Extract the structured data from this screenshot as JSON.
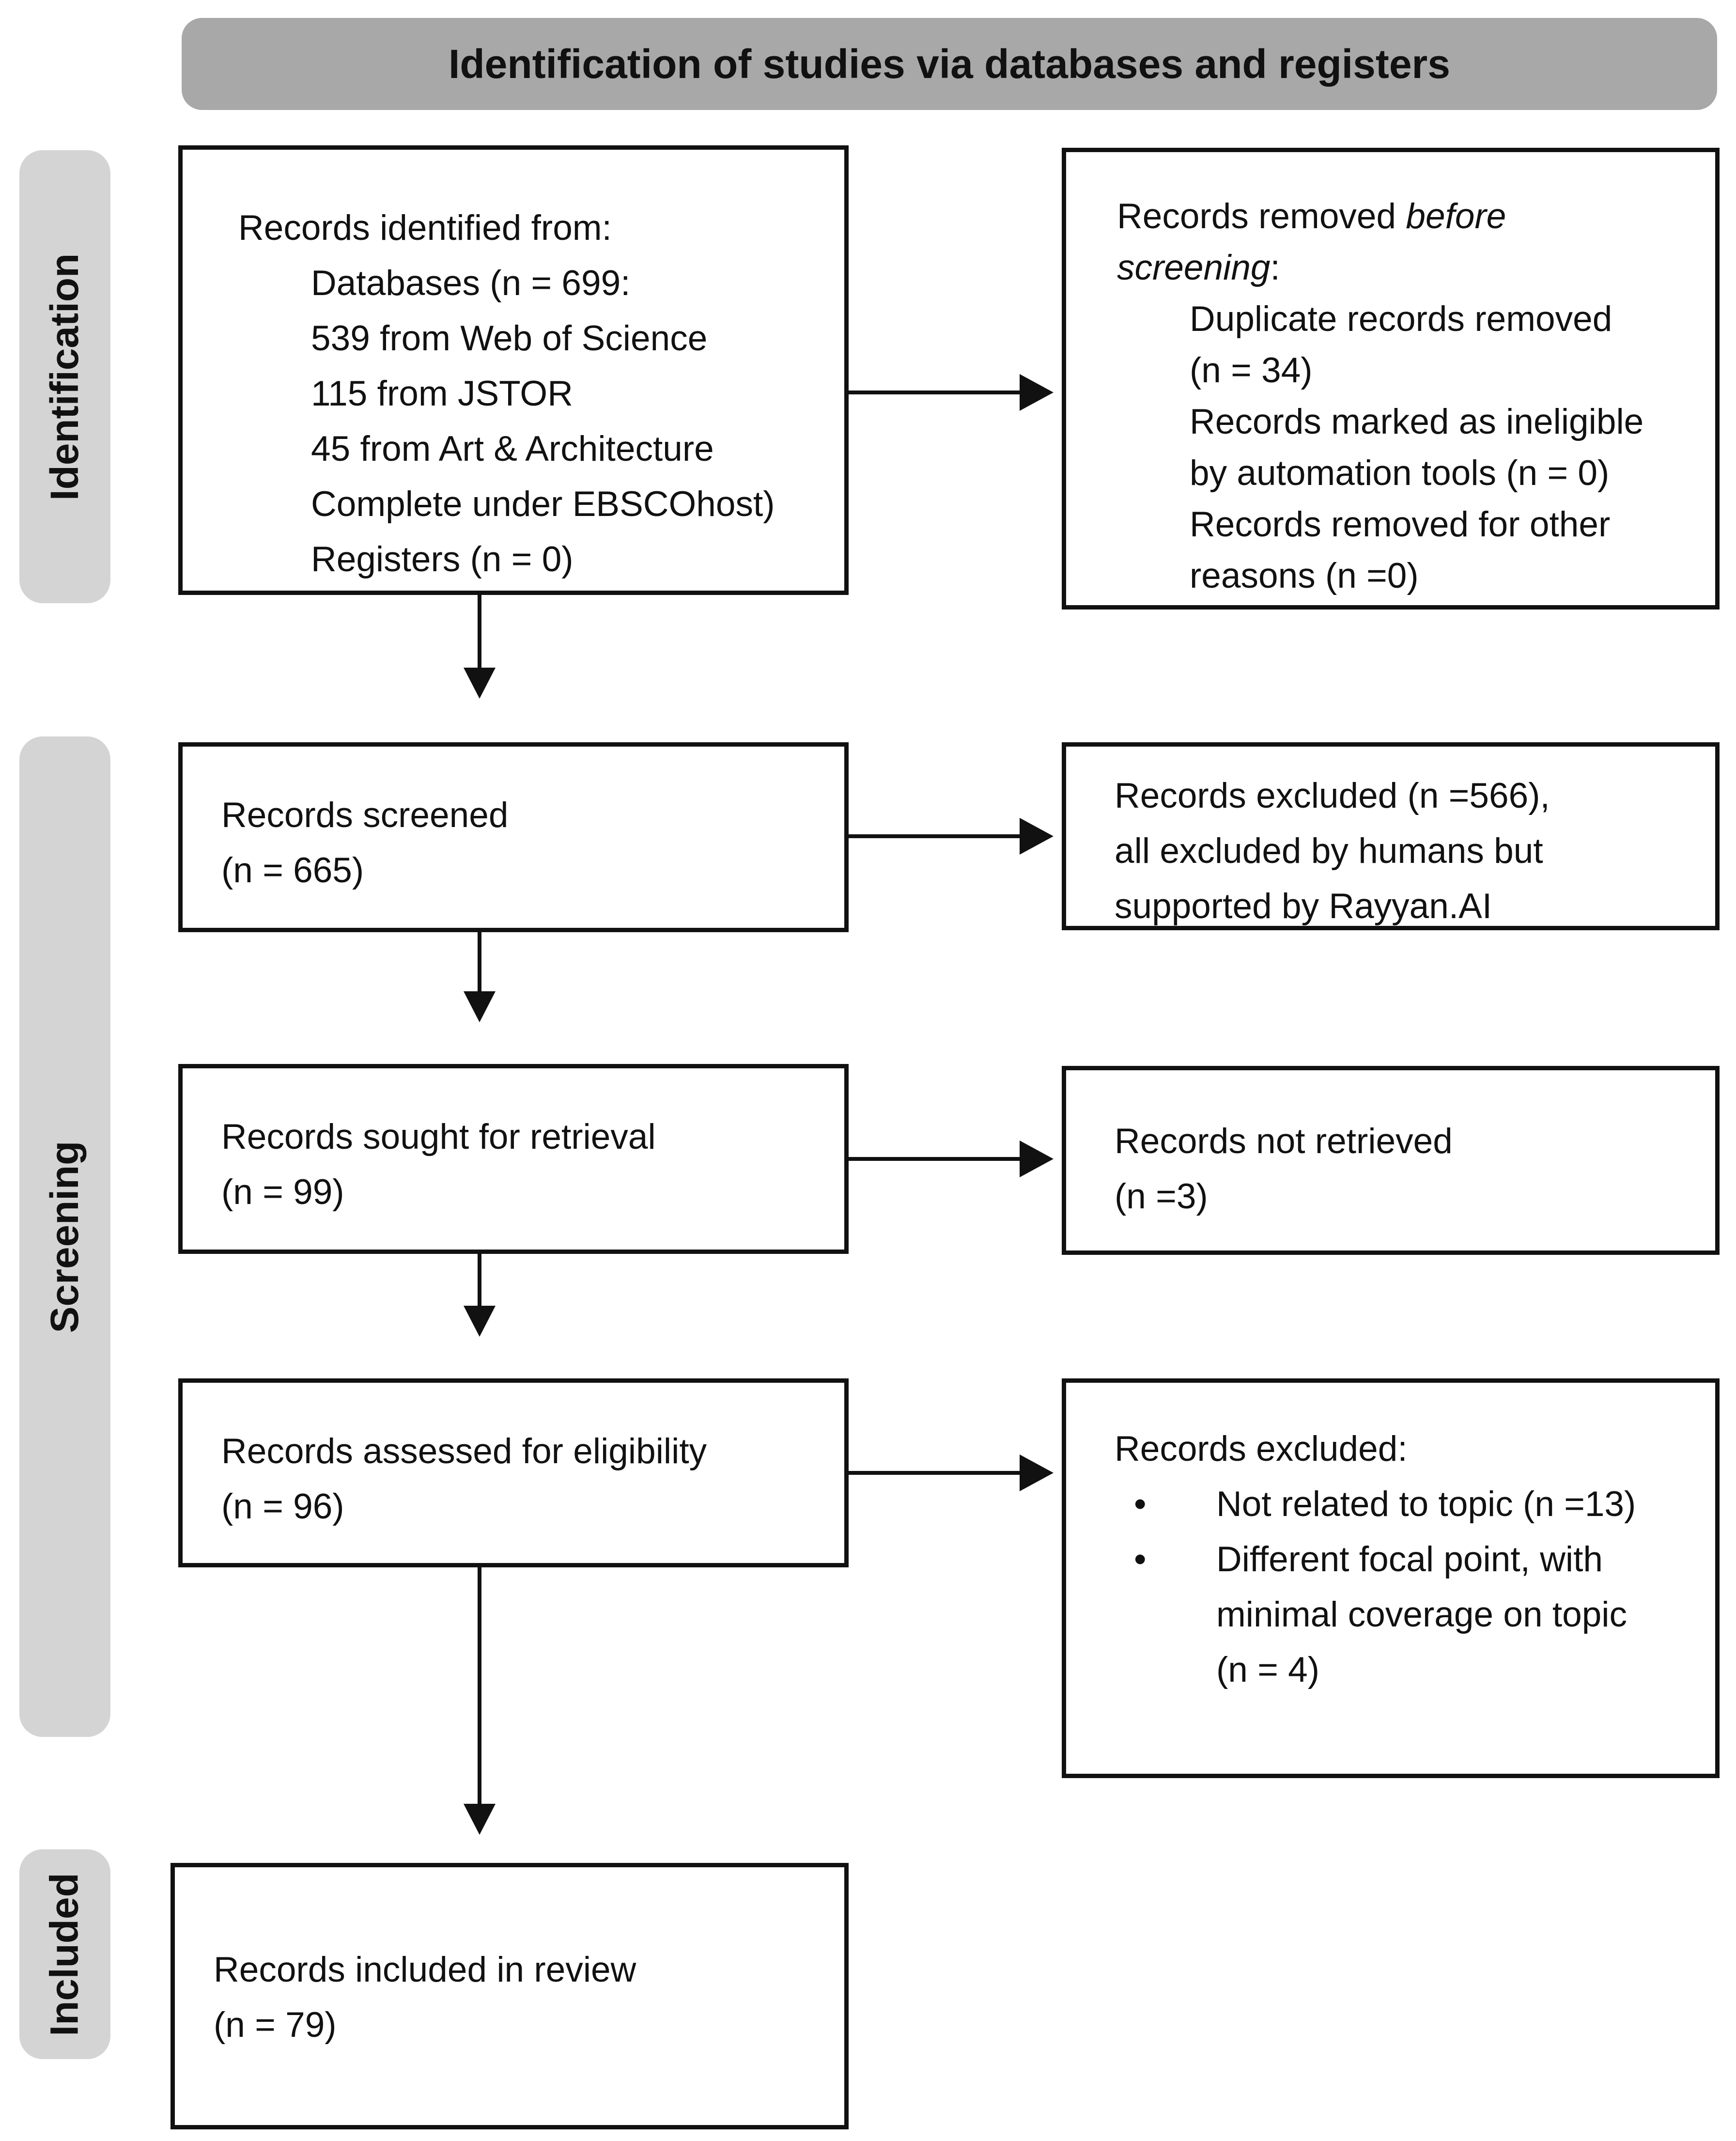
{
  "title": "Identification of studies via databases and registers",
  "sidebar": {
    "identification": "Identification",
    "screening": "Screening",
    "included": "Included"
  },
  "colors": {
    "header_bg": "#a8a8a8",
    "stage_bg": "#d4d4d4",
    "ink": "#111111"
  },
  "boxes": {
    "identified": {
      "lines": [
        {
          "segs": [
            {
              "t": "Records identified from:"
            }
          ]
        },
        {
          "segs": [
            {
              "t": "Databases (n = 699:"
            }
          ],
          "indent": 1
        },
        {
          "segs": [
            {
              "t": "539 from Web of Science"
            }
          ],
          "indent": 1
        },
        {
          "segs": [
            {
              "t": "115 from JSTOR"
            }
          ],
          "indent": 1
        },
        {
          "segs": [
            {
              "t": "45 from Art & Architecture"
            }
          ],
          "indent": 1
        },
        {
          "segs": [
            {
              "t": "Complete under EBSCOhost)"
            }
          ],
          "indent": 1
        },
        {
          "segs": [
            {
              "t": "Registers (n = 0)"
            }
          ],
          "indent": 1
        }
      ]
    },
    "removed_before_screening": {
      "lines": [
        {
          "segs": [
            {
              "t": "Records removed "
            },
            {
              "t": "before",
              "i": true
            }
          ]
        },
        {
          "segs": [
            {
              "t": "screening",
              "i": true
            },
            {
              "t": ":"
            }
          ]
        },
        {
          "segs": [
            {
              "t": "Duplicate records removed"
            }
          ],
          "indent": 1
        },
        {
          "segs": [
            {
              "t": "(n = 34)"
            }
          ],
          "indent": 1
        },
        {
          "segs": [
            {
              "t": "Records marked as ineligible"
            }
          ],
          "indent": 1
        },
        {
          "segs": [
            {
              "t": "by automation tools (n = 0)"
            }
          ],
          "indent": 1
        },
        {
          "segs": [
            {
              "t": "Records removed for other"
            }
          ],
          "indent": 1
        },
        {
          "segs": [
            {
              "t": "reasons (n =0)"
            }
          ],
          "indent": 1
        }
      ]
    },
    "screened": {
      "lines": [
        {
          "segs": [
            {
              "t": "Records screened"
            }
          ]
        },
        {
          "segs": [
            {
              "t": "(n = 665)"
            }
          ]
        }
      ]
    },
    "excluded_screening": {
      "lines": [
        {
          "segs": [
            {
              "t": "Records excluded (n =566),"
            }
          ]
        },
        {
          "segs": [
            {
              "t": "all excluded by humans but"
            }
          ]
        },
        {
          "segs": [
            {
              "t": "supported by Rayyan.AI"
            }
          ]
        }
      ]
    },
    "sought": {
      "lines": [
        {
          "segs": [
            {
              "t": "Records sought for retrieval"
            }
          ]
        },
        {
          "segs": [
            {
              "t": "(n = 99)"
            }
          ]
        }
      ]
    },
    "not_retrieved": {
      "lines": [
        {
          "segs": [
            {
              "t": "Records not retrieved"
            }
          ]
        },
        {
          "segs": [
            {
              "t": "(n =3)"
            }
          ]
        }
      ]
    },
    "assessed": {
      "lines": [
        {
          "segs": [
            {
              "t": "Records assessed for eligibility"
            }
          ]
        },
        {
          "segs": [
            {
              "t": "(n = 96)"
            }
          ]
        }
      ]
    },
    "excluded_eligibility": {
      "lines": [
        {
          "segs": [
            {
              "t": "Records excluded:"
            }
          ]
        },
        {
          "segs": [
            {
              "t": "Not related to topic (n =13)"
            }
          ],
          "bullet": true
        },
        {
          "segs": [
            {
              "t": "Different focal point, with"
            }
          ],
          "bullet": true
        },
        {
          "segs": [
            {
              "t": "minimal coverage on topic"
            }
          ],
          "indent": 2
        },
        {
          "segs": [
            {
              "t": "(n = 4)"
            }
          ],
          "indent": 2
        }
      ]
    },
    "included_review": {
      "lines": [
        {
          "segs": [
            {
              "t": "Records included in review"
            }
          ]
        },
        {
          "segs": [
            {
              "t": "(n = 79)"
            }
          ]
        }
      ]
    }
  }
}
